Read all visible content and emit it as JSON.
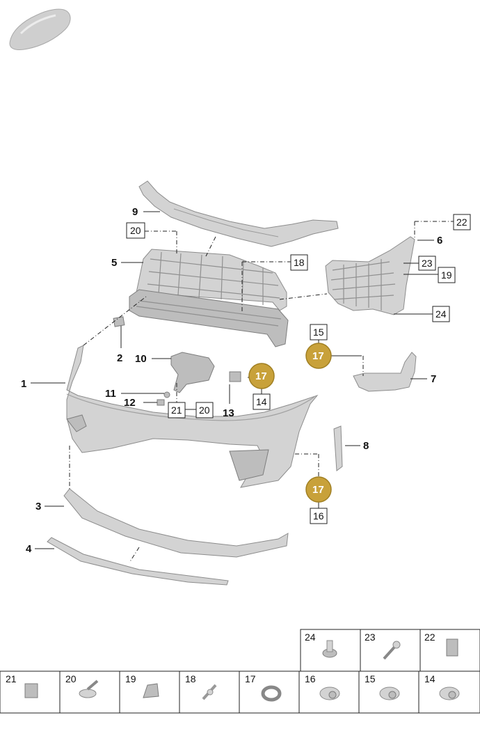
{
  "callouts": {
    "c1": "1",
    "c2": "2",
    "c3": "3",
    "c4": "4",
    "c5": "5",
    "c6": "6",
    "c7": "7",
    "c8": "8",
    "c9": "9",
    "c10": "10",
    "c11": "11",
    "c12": "12",
    "c13": "13"
  },
  "boxed": {
    "b14": "14",
    "b15": "15",
    "b16": "16",
    "b18": "18",
    "b19": "19",
    "b20a": "20",
    "b20b": "20",
    "b21": "21",
    "b22": "22",
    "b23": "23",
    "b24": "24"
  },
  "badges": {
    "k1": "17",
    "k2": "17",
    "k3": "17"
  },
  "colors": {
    "badge_fill": "#c8a13a",
    "badge_stroke": "#a07f22",
    "part_fill": "#d3d3d3"
  },
  "parts_table": {
    "top_row": [
      "24",
      "23",
      "22"
    ],
    "bottom_row": [
      "21",
      "20",
      "19",
      "18",
      "17",
      "16",
      "15",
      "14"
    ]
  }
}
